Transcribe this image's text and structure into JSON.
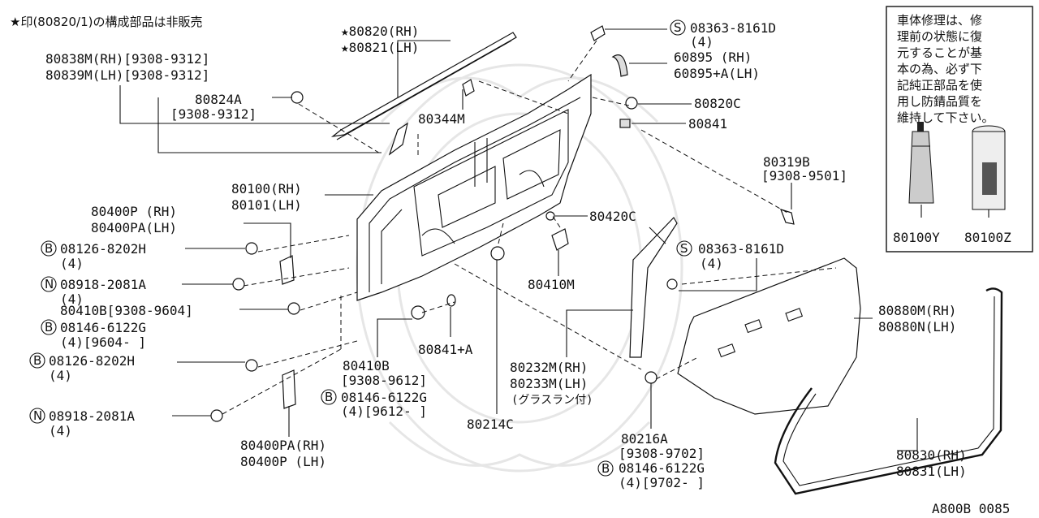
{
  "note_top": "★印(80820/1)の構成部品は非販売",
  "diagram_code": "A800B 0085",
  "callouts": {
    "c80820": [
      "★80820(RH)",
      "★80821(LH)"
    ],
    "c80838": [
      "80838M(RH)[9308-9312]",
      "80839M(LH)[9308-9312]"
    ],
    "c80824": [
      "80824A",
      "[9308-9312]"
    ],
    "c80344": [
      "80344M"
    ],
    "c08363a": [
      "08363-8161D",
      "(4)"
    ],
    "c60895": [
      "60895    (RH)",
      "60895+A(LH)"
    ],
    "c80820c": [
      "80820C"
    ],
    "c80841": [
      "80841"
    ],
    "c80319": [
      "80319B",
      "[9308-9501]"
    ],
    "c80100": [
      "80100(RH)",
      "80101(LH)"
    ],
    "c80400p": [
      "80400P (RH)",
      "80400PA(LH)"
    ],
    "c08126a": [
      "08126-8202H",
      "(4)"
    ],
    "c08918a": [
      "08918-2081A",
      "(4)"
    ],
    "c80410b": [
      "80410B[9308-9604]"
    ],
    "c08146a": [
      "08146-6122G",
      "(4)[9604-    ]"
    ],
    "c08126b": [
      "08126-8202H",
      "(4)"
    ],
    "c08918b": [
      "08918-2081A",
      "(4)"
    ],
    "c80400pa": [
      "80400PA(RH)",
      "80400P (LH)"
    ],
    "c80420c": [
      "80420C"
    ],
    "c80410m": [
      "80410M"
    ],
    "c80410b2": [
      "80410B",
      "[9308-9612]"
    ],
    "c08146b": [
      "08146-6122G",
      "(4)[9612-        ]"
    ],
    "c80841a": [
      "80841+A"
    ],
    "c80214c": [
      "80214C"
    ],
    "c08363b": [
      "08363-8161D",
      "(4)"
    ],
    "c80232": [
      "80232M(RH)",
      "80233M(LH)",
      "(グラスラン付)"
    ],
    "c80216": [
      "80216A",
      "[9308-9702]"
    ],
    "c08146c": [
      "08146-6122G",
      "(4)[9702-       ]"
    ],
    "c80880": [
      "80880M(RH)",
      "80880N(LH)"
    ],
    "c80830": [
      "80830(RH)",
      "80831(LH)"
    ]
  },
  "circle_marks": {
    "s1": "S",
    "s2": "S",
    "b1": "B",
    "b2": "B",
    "b3": "B",
    "b4": "B",
    "b5": "B",
    "n1": "N",
    "n2": "N"
  },
  "infobox": {
    "text_lines": [
      "車体修理は、修",
      "理前の状態に復",
      "元することが基",
      "本の為、必ず下",
      "記純正部品を使",
      "用し防錆品質を",
      "維持して下さい。"
    ],
    "tube_label": "80100Y",
    "can_label": "80100Z"
  }
}
